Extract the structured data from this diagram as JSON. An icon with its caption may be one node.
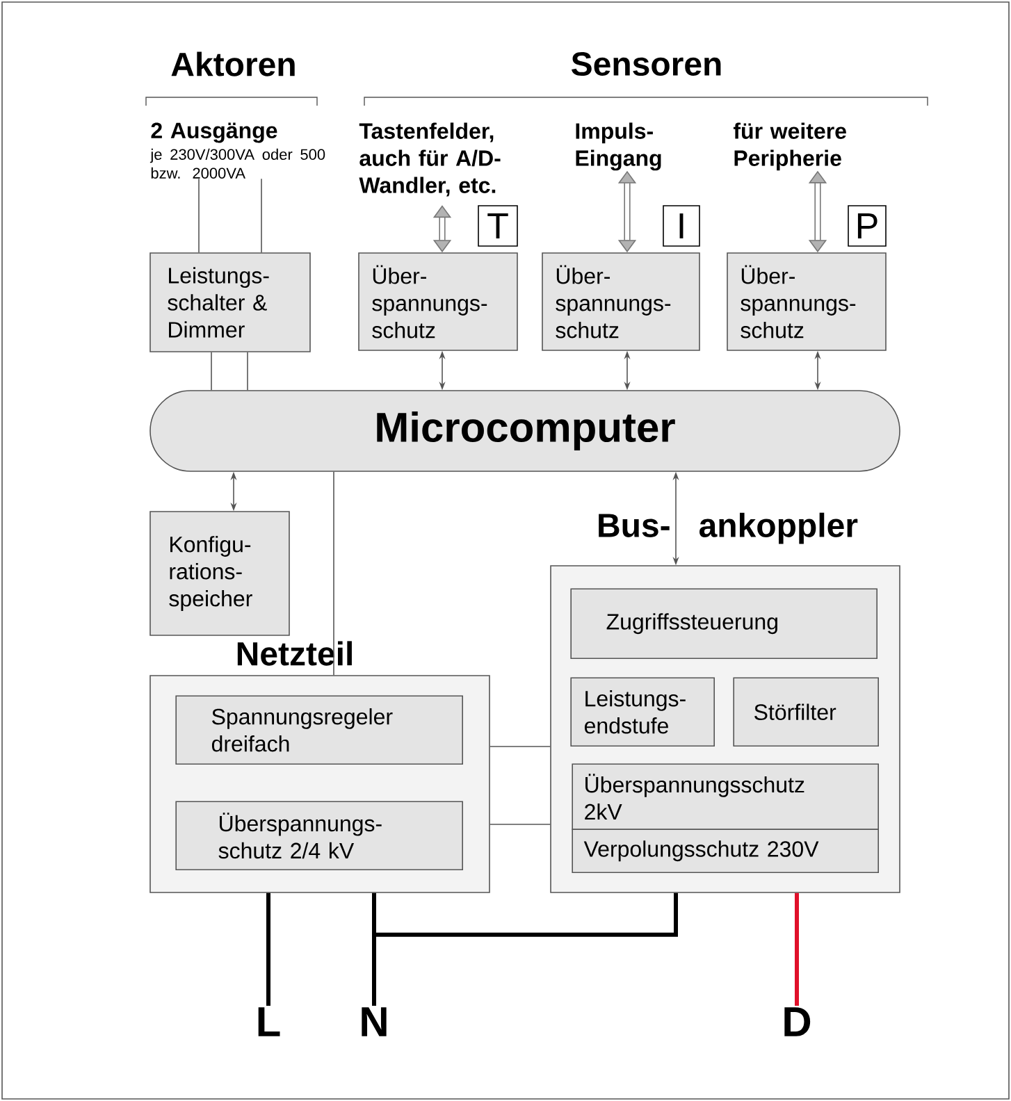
{
  "diagram": {
    "nodes": [
      {
        "text": [
          "2 Ausgänge",
          "je 230V/300VA oder 500 bzw. 2000VA"
        ]
      },
      {
        "text": [
          "Tastenfelder, auch für A/D-Wandler, etc."
        ]
      },
      {
        "text": [
          "Impuls- Eingang"
        ]
      },
      {
        "text": [
          "für weitere Peripherie"
        ]
      },
      {
        "text": [
          "T"
        ]
      },
      {
        "text": [
          "I"
        ]
      },
      {
        "text": [
          "P"
        ]
      },
      {
        "text": [
          "Leistungs- schalter & Dimmer"
        ]
      },
      {
        "text": [
          "Über- spannungs- schutz"
        ]
      },
      {
        "text": [
          "Über- spannungs- schutz"
        ]
      },
      {
        "text": [
          "Über- spannungs- schutz"
        ]
      },
      {
        "text": [
          "Microcomputer"
        ]
      },
      {
        "text": [
          "Konfigu- rations- speicher"
        ]
      },
      {
        "text": [
          "Netzteil"
        ]
      },
      {
        "text": [
          "Spannungsregeler dreifach"
        ],
        "in": 13
      },
      {
        "text": [
          "Überspannungs- schutz 2/4 kV"
        ],
        "in": 13
      },
      {
        "text": [
          "Bus- ankoppler"
        ]
      },
      {
        "text": [
          "Zugriffssteuerung"
        ],
        "in": 16
      },
      {
        "text": [
          "Leistungs- endstufe"
        ],
        "in": 16
      },
      {
        "text": [
          "Störfilter"
        ],
        "in": 16
      },
      {
        "text": [
          "Überspannungsschutz 2kV"
        ],
        "in": 16
      },
      {
        "text": [
          "Verpolungsschutz 230V"
        ],
        "in": 16
      },
      {
        "text": [
          "L"
        ]
      },
      {
        "text": [
          "N"
        ]
      },
      {
        "text": [
          "D"
        ]
      }
    ],
    "edges": [
      {
        "from": 7,
        "to": 0,
        "arrow": "none"
      },
      {
        "from": 7,
        "to": 0,
        "arrow": "none"
      },
      {
        "from": 7,
        "to": 11,
        "arrow": "none"
      },
      {
        "from": 7,
        "to": 11,
        "arrow": "none"
      },
      {
        "from": 1,
        "to": 8,
        "arrow": "both",
        "style": "thick",
        "color": "#777777"
      },
      {
        "from": 2,
        "to": 9,
        "arrow": "both",
        "style": "thick",
        "color": "#777777"
      },
      {
        "from": 3,
        "to": 10,
        "arrow": "both",
        "style": "thick",
        "color": "#777777"
      },
      {
        "from": 8,
        "to": 11,
        "arrow": "both"
      },
      {
        "from": 9,
        "to": 11,
        "arrow": "both"
      },
      {
        "from": 10,
        "to": 11,
        "arrow": "both"
      },
      {
        "from": 11,
        "to": 12,
        "arrow": "both"
      },
      {
        "from": 11,
        "to": 13,
        "arrow": "none"
      },
      {
        "from": 11,
        "to": 16,
        "arrow": "both"
      },
      {
        "from": 13,
        "to": 16,
        "arrow": "none"
      },
      {
        "from": 13,
        "to": 16,
        "arrow": "none"
      },
      {
        "from": 13,
        "to": 22,
        "arrow": "none",
        "style": "thick"
      },
      {
        "from": 13,
        "to": 23,
        "arrow": "none",
        "style": "thick"
      },
      {
        "from": 16,
        "to": 23,
        "arrow": "none",
        "style": "thick"
      },
      {
        "from": 16,
        "to": 24,
        "arrow": "none",
        "style": "thick",
        "color": "#e0102a"
      }
    ],
    "labels": [
      "Aktoren",
      "Sensoren"
    ]
  }
}
